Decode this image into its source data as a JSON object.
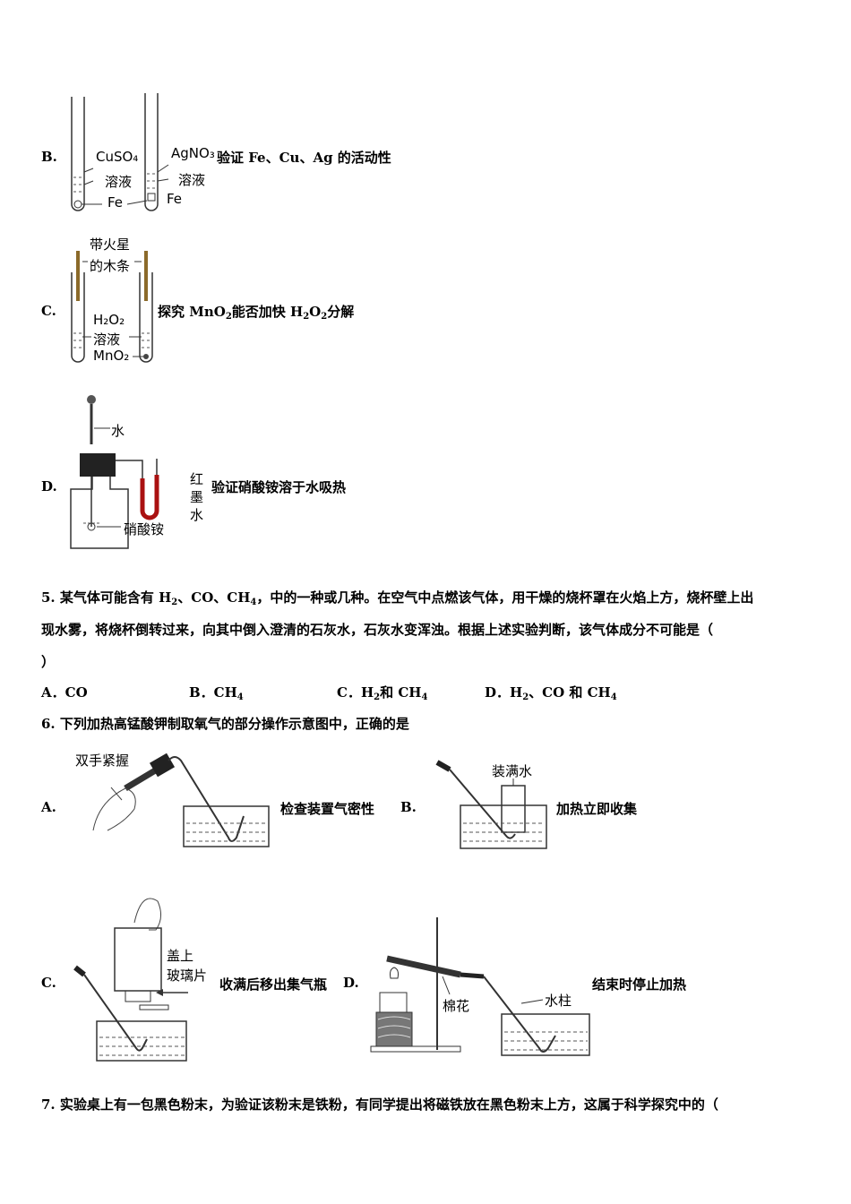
{
  "item_b": {
    "letter": "B.",
    "caption": "验证 Fe、Cu、Ag 的活动性",
    "tube1_solution": "CuSO₄",
    "tube1_liquid": "溶液",
    "tube1_metal": "Fe",
    "tube2_solution": "AgNO₃",
    "tube2_liquid": "溶液",
    "tube2_metal": "Fe"
  },
  "item_c": {
    "letter": "C.",
    "caption_pre": "探究 MnO",
    "caption_mid": "能否加快 H",
    "caption_o": "O",
    "caption_post": "分解",
    "sub2": "2",
    "splint_label_1": "带火星",
    "splint_label_2": "的木条",
    "h2o2_label": "H₂O₂",
    "liquid_label": "溶液",
    "mno2_label": "MnO₂"
  },
  "item_d": {
    "letter": "D.",
    "caption": "验证硝酸铵溶于水吸热",
    "water_label": "水",
    "ink_label_1": "红",
    "ink_label_2": "墨",
    "ink_label_3": "水",
    "solid_label": "硝酸铵"
  },
  "q5": {
    "line1_pre": "5. 某气体可能含有 H",
    "line1_mid1": "、CO、CH",
    "line1_mid2": "，中的一种或几种。在空气中点燃该气体，用干燥的烧杯罩在火焰上方，烧杯壁上出",
    "line2": "现水雾，将烧杯倒转过来，向其中倒入澄清的石灰水，石灰水变浑浊。根据上述实验判断，该气体成分不可能是（",
    "line3": "）",
    "sub2": "2",
    "sub4": "4",
    "option_a": "A．CO",
    "option_b_pre": "B．CH",
    "option_c_pre": "C．H",
    "option_c_mid": "和 CH",
    "option_d_pre": "D．H",
    "option_d_mid": "、CO 和 CH"
  },
  "q6": {
    "stem": "6. 下列加热高锰酸钾制取氧气的部分操作示意图中，正确的是",
    "a_letter": "A.",
    "a_caption": "检查装置气密性",
    "a_label": "双手紧握",
    "b_letter": "B.",
    "b_caption": "加热立即收集",
    "b_label": "装满水",
    "c_letter": "C.",
    "c_caption": "收满后移出集气瓶",
    "c_label_1": "盖上",
    "c_label_2": "玻璃片",
    "d_letter": "D.",
    "d_caption": "结束时停止加热",
    "d_label_cotton": "棉花",
    "d_label_water": "水柱"
  },
  "q7": {
    "stem": "7. 实验桌上有一包黑色粉末，为验证该粉末是铁粉，有同学提出将磁铁放在黑色粉末上方，这属于科学探究中的（"
  }
}
